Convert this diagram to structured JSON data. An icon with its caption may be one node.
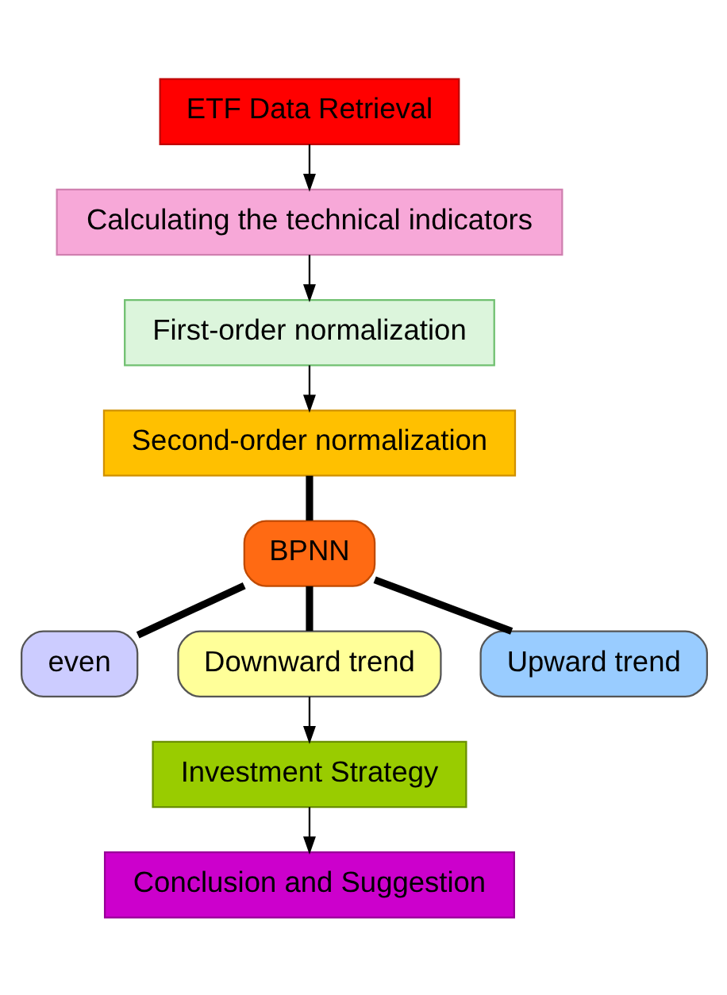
{
  "diagram": {
    "nodes": [
      {
        "text": [
          "ETF Data Retrieval"
        ]
      },
      {
        "text": [
          "Calculating the technical indicators"
        ]
      },
      {
        "text": [
          "First-order normalization"
        ]
      },
      {
        "text": [
          "Second-order normalization"
        ]
      },
      {
        "text": [
          "BPNN"
        ]
      },
      {
        "text": [
          "even"
        ]
      },
      {
        "text": [
          "Downward trend"
        ]
      },
      {
        "text": [
          "Upward trend"
        ]
      },
      {
        "text": [
          "Investment Strategy"
        ]
      },
      {
        "text": [
          "Conclusion and Suggestion"
        ]
      }
    ],
    "edges": [
      {
        "from": 0,
        "to": 1,
        "arrow": "to"
      },
      {
        "from": 1,
        "to": 2,
        "arrow": "to"
      },
      {
        "from": 2,
        "to": 3,
        "arrow": "to"
      },
      {
        "from": 3,
        "to": 4,
        "arrow": "none",
        "style": "thick"
      },
      {
        "from": 4,
        "to": 5,
        "arrow": "none",
        "style": "thick"
      },
      {
        "from": 4,
        "to": 6,
        "arrow": "none",
        "style": "thick"
      },
      {
        "from": 4,
        "to": 7,
        "arrow": "none",
        "style": "thick"
      },
      {
        "from": 6,
        "to": 8,
        "arrow": "to"
      },
      {
        "from": 8,
        "to": 9,
        "arrow": "to"
      }
    ]
  }
}
